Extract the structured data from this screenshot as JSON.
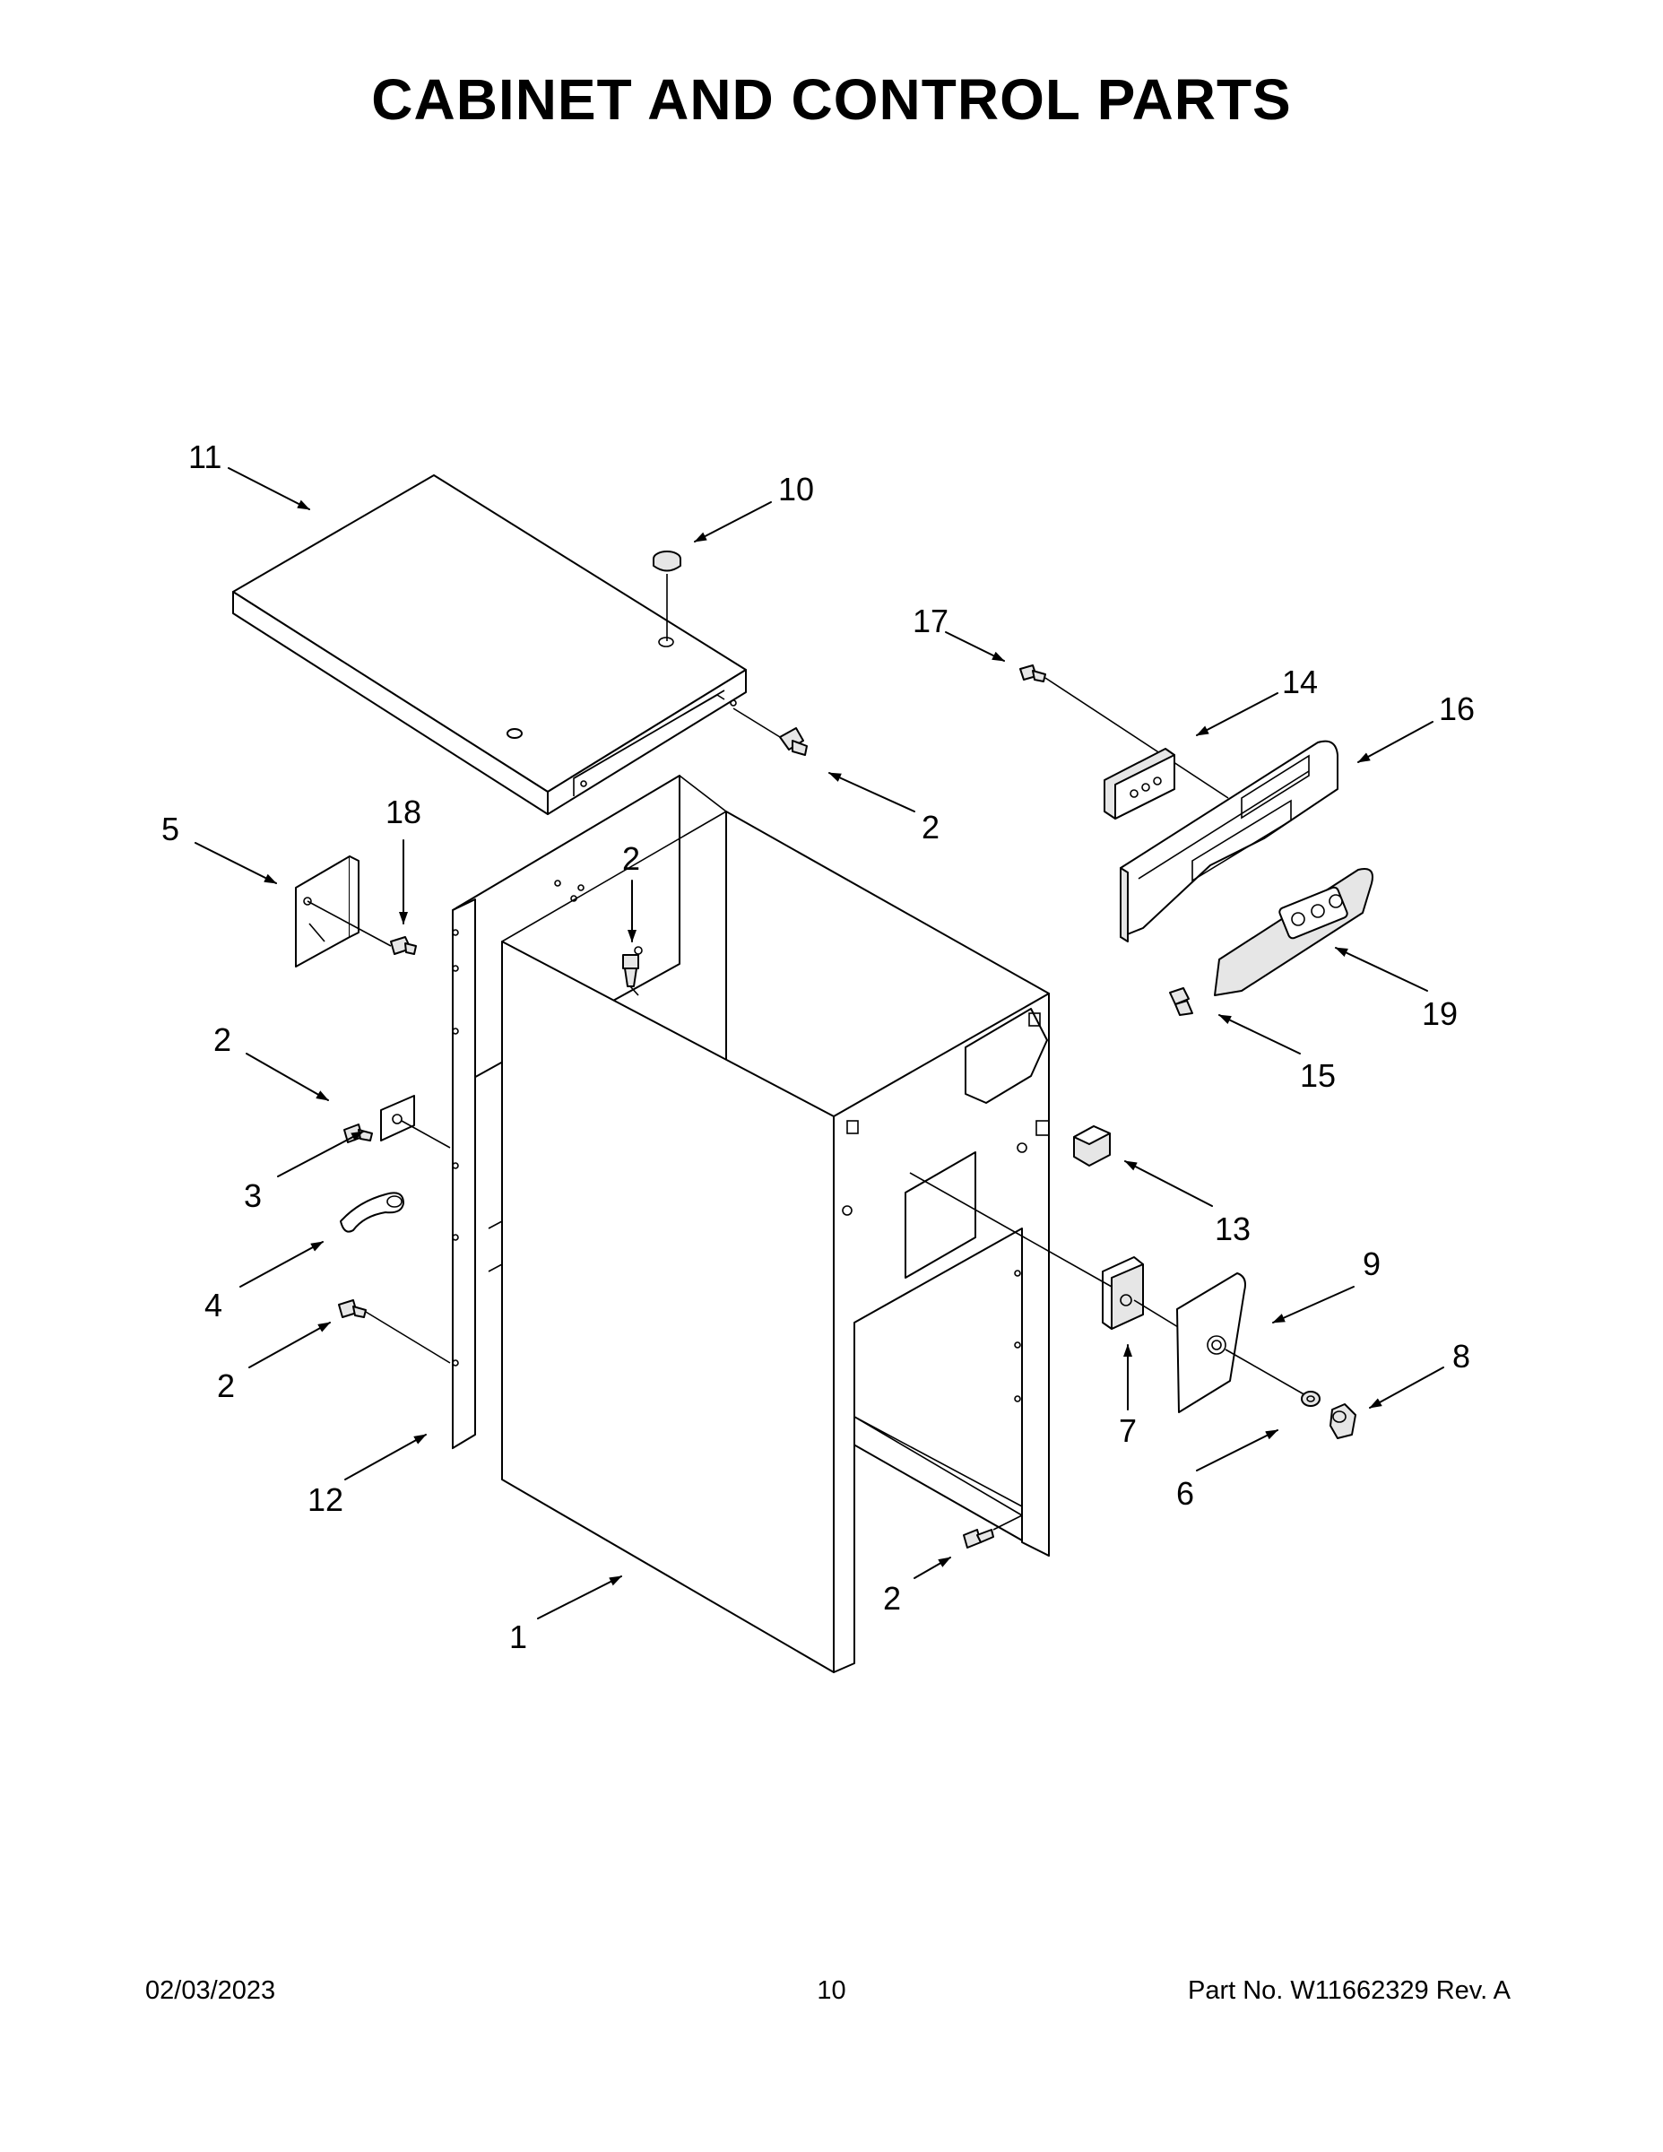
{
  "page": {
    "title": "CABINET AND CONTROL PARTS",
    "footer_date": "02/03/2023",
    "footer_page": "10",
    "footer_part": "Part No.  W11662329  Rev.  A"
  },
  "callouts": [
    {
      "id": "c11",
      "label": "11"
    },
    {
      "id": "c10",
      "label": "10"
    },
    {
      "id": "c17",
      "label": "17"
    },
    {
      "id": "c14",
      "label": "14"
    },
    {
      "id": "c16",
      "label": "16"
    },
    {
      "id": "c2a",
      "label": "2"
    },
    {
      "id": "c5",
      "label": "5"
    },
    {
      "id": "c18",
      "label": "18"
    },
    {
      "id": "c2b",
      "label": "2"
    },
    {
      "id": "c19",
      "label": "19"
    },
    {
      "id": "c15",
      "label": "15"
    },
    {
      "id": "c2c",
      "label": "2"
    },
    {
      "id": "c3",
      "label": "3"
    },
    {
      "id": "c13",
      "label": "13"
    },
    {
      "id": "c9",
      "label": "9"
    },
    {
      "id": "c4",
      "label": "4"
    },
    {
      "id": "c2d",
      "label": "2"
    },
    {
      "id": "c8",
      "label": "8"
    },
    {
      "id": "c7",
      "label": "7"
    },
    {
      "id": "c6",
      "label": "6"
    },
    {
      "id": "c12",
      "label": "12"
    },
    {
      "id": "c2e",
      "label": "2"
    },
    {
      "id": "c1",
      "label": "1"
    }
  ]
}
